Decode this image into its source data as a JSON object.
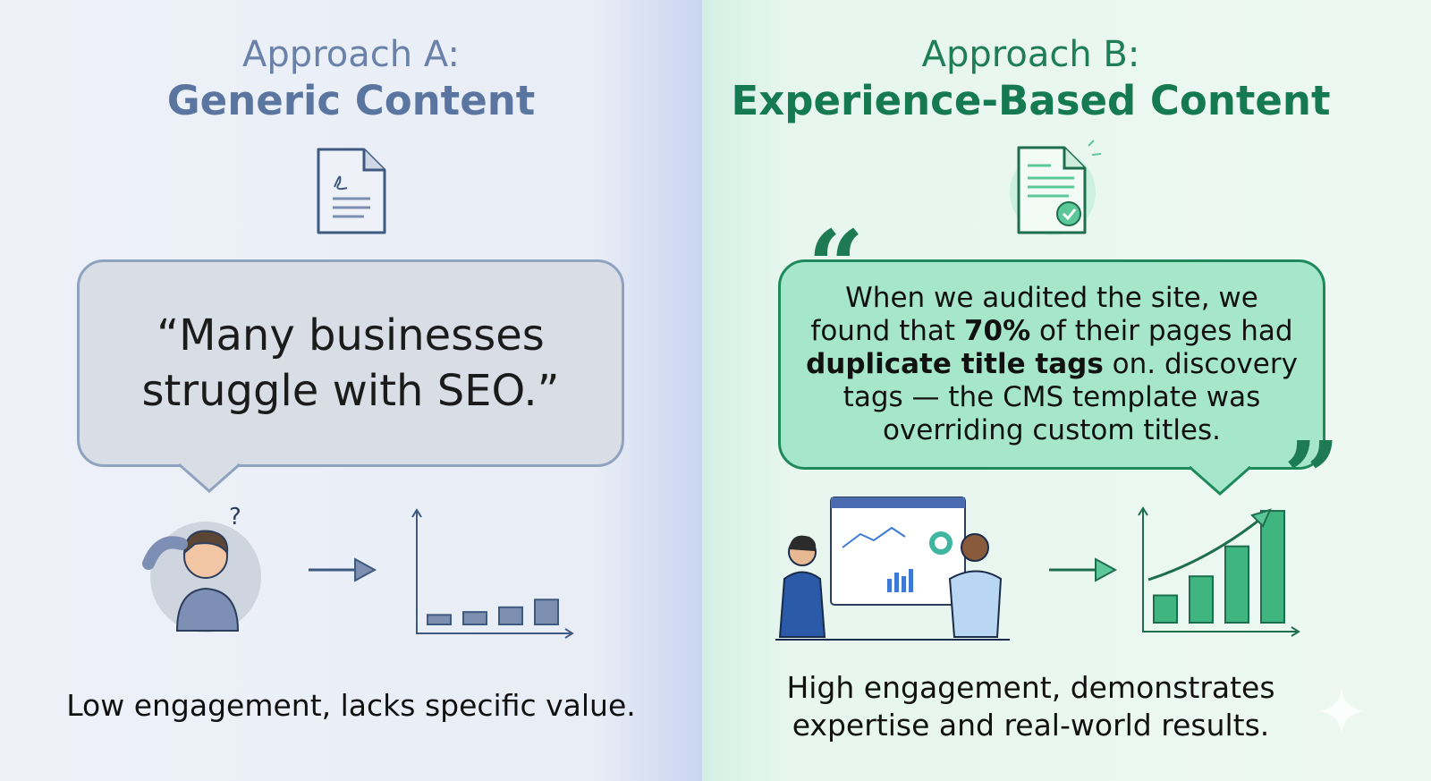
{
  "approach_a": {
    "label": "Approach A:",
    "title": "Generic Content",
    "quote": "“Many businesses struggle with SEO.”",
    "quote_line1": "“Many businesses",
    "quote_line2": "struggle with SEO.”",
    "caption": "Low engagement, lacks specific value.",
    "chart_bars": [
      1,
      1.3,
      1.8,
      2.6
    ]
  },
  "approach_b": {
    "label": "Approach B:",
    "title": "Experience-Based Content",
    "quote_lines": [
      "When we audited the site, we",
      "found that ",
      "70%",
      " of their pages had",
      "duplicate title tags",
      " on.  discovery",
      "tags — the CMS template was",
      "overriding custom titles."
    ],
    "caption_line1": "High engagement, demonstrates",
    "caption_line2": "expertise and real-world results.",
    "chart_bars": [
      1,
      1.7,
      2.8,
      4.1
    ]
  },
  "colors": {
    "blue": "#5a76a0",
    "green": "#1e8a5c"
  }
}
